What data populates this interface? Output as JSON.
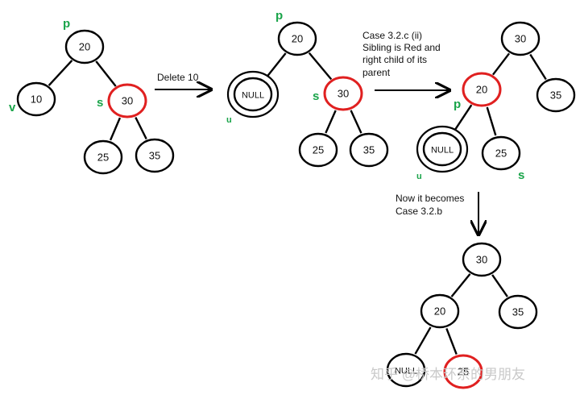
{
  "colors": {
    "edge": "#000000",
    "node_stroke": "#000000",
    "red_node_stroke": "#e02020",
    "tag": "#1aa44a",
    "watermark": "#c9c9c9"
  },
  "diagrams": [
    {
      "id": "initial",
      "nodes": [
        {
          "id": "n20",
          "label": "20",
          "color": "black"
        },
        {
          "id": "n10",
          "label": "10",
          "color": "black"
        },
        {
          "id": "n30",
          "label": "30",
          "color": "red"
        },
        {
          "id": "n25",
          "label": "25",
          "color": "black"
        },
        {
          "id": "n35",
          "label": "35",
          "color": "black"
        }
      ],
      "edges": [
        [
          "n20",
          "n10"
        ],
        [
          "n20",
          "n30"
        ],
        [
          "n30",
          "n25"
        ],
        [
          "n30",
          "n35"
        ]
      ],
      "tags": [
        {
          "text": "p",
          "node": "n20"
        },
        {
          "text": "v",
          "node": "n10"
        },
        {
          "text": "s",
          "node": "n30"
        }
      ]
    },
    {
      "id": "after-delete",
      "nodes": [
        {
          "id": "n20",
          "label": "20",
          "color": "black"
        },
        {
          "id": "nnull",
          "label": "NULL",
          "color": "double-black"
        },
        {
          "id": "n30",
          "label": "30",
          "color": "red"
        },
        {
          "id": "n25",
          "label": "25",
          "color": "black"
        },
        {
          "id": "n35",
          "label": "35",
          "color": "black"
        }
      ],
      "edges": [
        [
          "n20",
          "nnull"
        ],
        [
          "n20",
          "n30"
        ],
        [
          "n30",
          "n25"
        ],
        [
          "n30",
          "n35"
        ]
      ],
      "tags": [
        {
          "text": "p",
          "node": "n20"
        },
        {
          "text": "u",
          "node": "nnull"
        },
        {
          "text": "s",
          "node": "n30"
        }
      ]
    },
    {
      "id": "after-rotation",
      "nodes": [
        {
          "id": "n30",
          "label": "30",
          "color": "black"
        },
        {
          "id": "n20",
          "label": "20",
          "color": "red"
        },
        {
          "id": "n35",
          "label": "35",
          "color": "black"
        },
        {
          "id": "nnull",
          "label": "NULL",
          "color": "double-black"
        },
        {
          "id": "n25",
          "label": "25",
          "color": "black"
        }
      ],
      "edges": [
        [
          "n30",
          "n20"
        ],
        [
          "n30",
          "n35"
        ],
        [
          "n20",
          "nnull"
        ],
        [
          "n20",
          "n25"
        ]
      ],
      "tags": [
        {
          "text": "p",
          "node": "n20"
        },
        {
          "text": "u",
          "node": "nnull"
        },
        {
          "text": "s",
          "node": "n25"
        }
      ]
    },
    {
      "id": "final",
      "nodes": [
        {
          "id": "n30",
          "label": "30",
          "color": "black"
        },
        {
          "id": "n20",
          "label": "20",
          "color": "black"
        },
        {
          "id": "n35",
          "label": "35",
          "color": "black"
        },
        {
          "id": "nnull",
          "label": "NULL",
          "color": "black"
        },
        {
          "id": "n25",
          "label": "25",
          "color": "red"
        }
      ],
      "edges": [
        [
          "n30",
          "n20"
        ],
        [
          "n30",
          "n35"
        ],
        [
          "n20",
          "nnull"
        ],
        [
          "n20",
          "n25"
        ]
      ],
      "tags": []
    }
  ],
  "transitions": [
    {
      "id": "arrow-1",
      "lines": [
        "Delete 10"
      ]
    },
    {
      "id": "arrow-2",
      "lines": [
        "Case 3.2.c (ii)",
        "Sibling is Red and",
        "right child of its",
        "parent"
      ]
    },
    {
      "id": "arrow-3",
      "lines": [
        "Now it becomes",
        "Case 3.2.b"
      ]
    }
  ],
  "watermark": "知乎 @桥本环奈的男朋友"
}
